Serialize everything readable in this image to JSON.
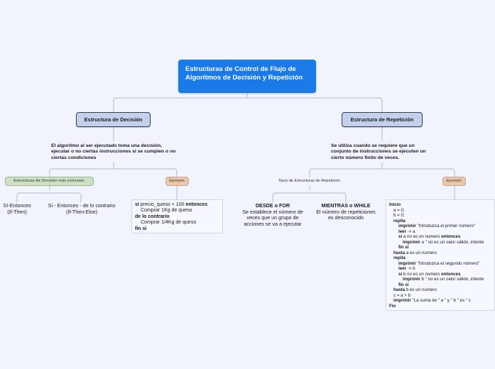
{
  "root": {
    "title": "Estructuras de Control de Flujo de Algoritmos de Decisión y Repetición"
  },
  "decision": {
    "title": "Estructura de Decisión",
    "description": "El algoritmo al ser ejecutado toma una decisión, ejecutar o no ciertas instrucciones  si se cumplen o no ciertas condiciones",
    "common_label": "Estructuras de Decisión más comunes:",
    "example_label": "Ejemplo:",
    "types": [
      "SI-Entonces\n(If-Then)",
      "Si - Entonces - de lo contrario\n(If-Then-Else)"
    ],
    "example_code": {
      "l1a": "si",
      "l1b": " precio_queso < 100 ",
      "l1c": "entonces",
      "l2": "Comprar 1Kg de queso",
      "l3": "de lo contrario",
      "l4": "Comprar 1/4Kg de queso",
      "l5": "fin si"
    }
  },
  "repetition": {
    "title": "Estructura de Repetición",
    "description": "Se utiliza cuando se requiere que un conjunto de instrucciones se ejecuten un cierto número finito de veces.",
    "types_label": "Tipos de Estructuras de Repetición:",
    "example_label": "Ejemplo:",
    "desde": {
      "title": "DESDE o FOR",
      "text": "Se establece el número de veces que un grupo de acciones se va a ejecutar"
    },
    "mientras": {
      "title": "MIENTRAS o WHILE",
      "text": "El número de repeticiones es desconocido"
    },
    "code": [
      {
        "k": "Inicio",
        "t": ""
      },
      {
        "k": "",
        "t": "a = 0;"
      },
      {
        "k": "",
        "t": "b = 0;"
      },
      {
        "k": "repita",
        "t": ""
      },
      {
        "k": "imprimir",
        "t": " \"Introduzca el primer número\""
      },
      {
        "k": "leer",
        "t": " -> a"
      },
      {
        "k": "si",
        "t": " a no es un numero ",
        "k2": "entonces"
      },
      {
        "k": "imprimir",
        "t": " a \" no es un valor válido, intente"
      },
      {
        "k": "fin si",
        "t": ""
      },
      {
        "k": "hasta",
        "t": " a es un numero"
      },
      {
        "k": "repita",
        "t": ""
      },
      {
        "k": "imprimir",
        "t": " \"Introduzca el segundo número\""
      },
      {
        "k": "leer",
        "t": " -> b"
      },
      {
        "k": "si",
        "t": " b no es un numero ",
        "k2": "entonces"
      },
      {
        "k": "imprimir",
        "t": " b \" no es un valor válido, intente"
      },
      {
        "k": "fin si",
        "t": ""
      },
      {
        "k": "hasta",
        "t": " b es un numero"
      },
      {
        "k": "",
        "t": "c = a + b"
      },
      {
        "k": "imprimir",
        "t": " \"La suma de \" a \" y \" b \" es \" c"
      },
      {
        "k": "Fin",
        "t": ""
      }
    ]
  },
  "colors": {
    "background": "#f1f4fd",
    "root": "#1a7ae8",
    "main_node": "#c4d1ec",
    "green_pill": "#cfe1c5",
    "tan_pill": "#e9c9ad",
    "connector": "#bcc4d6"
  }
}
